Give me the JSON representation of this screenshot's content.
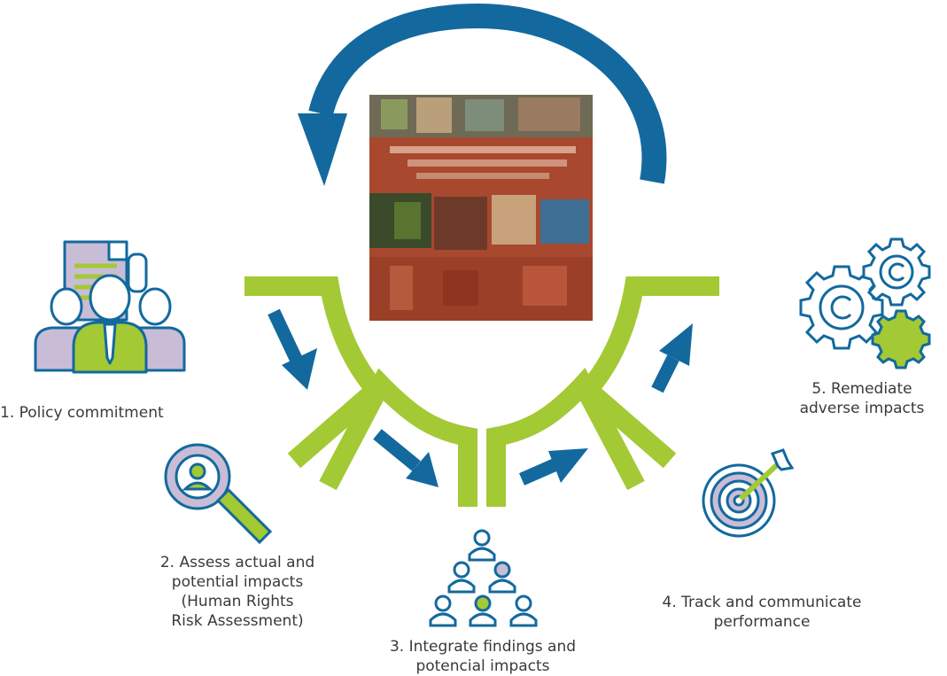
{
  "steps": [
    {
      "label": "1. Policy commitment",
      "icon": "policy-people-document-icon"
    },
    {
      "label": "2. Assess actual and\npotential impacts\n(Human Rights\nRisk Assessment)",
      "icon": "magnifier-person-icon"
    },
    {
      "label": "3. Integrate findings and\npotencial impacts",
      "icon": "people-pyramid-icon"
    },
    {
      "label": "4. Track and communicate\nperformance",
      "icon": "target-arrow-icon"
    },
    {
      "label": "5. Remediate\nadverse impacts",
      "icon": "gears-icon"
    }
  ],
  "colors": {
    "blue": "#13699e",
    "green": "#a3c934",
    "lilac": "#c9bcd6",
    "photo": "#a8482e"
  }
}
